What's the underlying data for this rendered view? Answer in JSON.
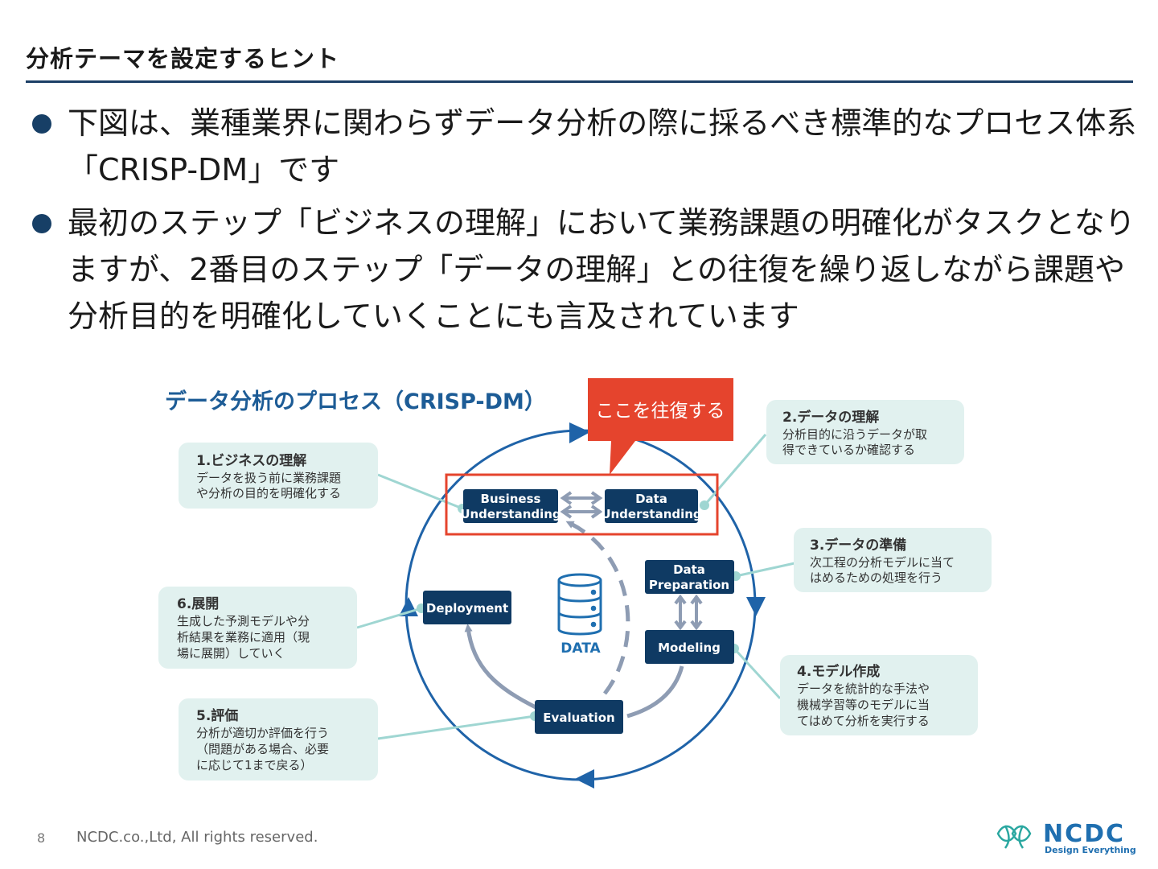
{
  "header": {
    "title": "分析テーマを設定するヒント"
  },
  "bullets": [
    "下図は、業種業界に関わらずデータ分析の際に採るべき標準的なプロセス体系「CRISP-DM」です",
    "最初のステップ「ビジネスの理解」において業務課題の明確化がタスクとなりますが、2番目のステップ「データの理解」との往復を繰り返しながら課題や分析目的を明確化していくことにも言及されています"
  ],
  "diagram": {
    "title": "データ分析のプロセス（CRISP-DM）",
    "callout": "ここを往復する",
    "data_label": "DATA",
    "nodes": {
      "business_1": "Business",
      "business_2": "Understanding",
      "data_1": "Data",
      "data_2": "Understanding",
      "prep_1": "Data",
      "prep_2": "Preparation",
      "modeling": "Modeling",
      "evaluation": "Evaluation",
      "deployment": "Deployment"
    },
    "notes": {
      "n1_title": "1.ビジネスの理解",
      "n1_l1": "データを扱う前に業務課題",
      "n1_l2": "や分析の目的を明確化する",
      "n2_title": "2.データの理解",
      "n2_l1": "分析目的に沿うデータが取",
      "n2_l2": "得できているか確認する",
      "n3_title": "3.データの準備",
      "n3_l1": "次工程の分析モデルに当て",
      "n3_l2": "はめるための処理を行う",
      "n4_title": "4.モデル作成",
      "n4_l1": "データを統計的な手法や",
      "n4_l2": "機械学習等のモデルに当",
      "n4_l3": "てはめて分析を実行する",
      "n5_title": "5.評価",
      "n5_l1": "分析が適切か評価を行う",
      "n5_l2": "（問題がある場合、必要",
      "n5_l3": "に応じて1まで戻る）",
      "n6_title": "6.展開",
      "n6_l1": "生成した予測モデルや分",
      "n6_l2": "析結果を業務に適用（現",
      "n6_l3": "場に展開）していく"
    }
  },
  "footer": {
    "page": "8",
    "copyright": "NCDC.co.,Ltd, All rights reserved."
  },
  "logo": {
    "name": "NCDC",
    "tagline": "Design Everything"
  },
  "colors": {
    "navy": "#173f66",
    "box": "#0f3a63",
    "arrow": "#1f63a8",
    "note_bg": "#e1f1ef",
    "callout": "#e5442d",
    "connector": "#9fd6d2",
    "data_icon": "#1f6fb0"
  }
}
